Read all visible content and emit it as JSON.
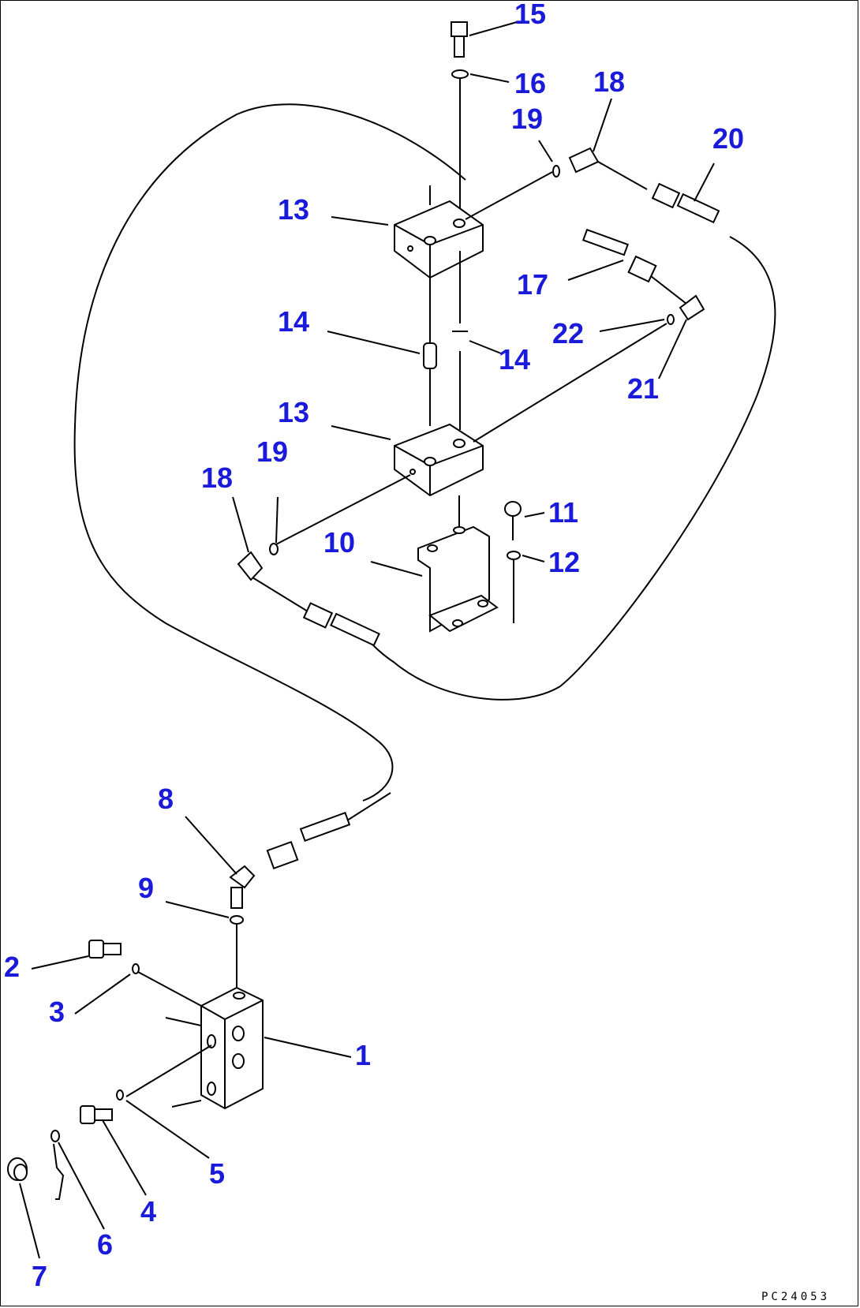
{
  "drawing_code": "PC24053",
  "callouts": [
    {
      "id": "c15",
      "text": "15"
    },
    {
      "id": "c16",
      "text": "16"
    },
    {
      "id": "c18a",
      "text": "18"
    },
    {
      "id": "c19a",
      "text": "19"
    },
    {
      "id": "c20",
      "text": "20"
    },
    {
      "id": "c13a",
      "text": "13"
    },
    {
      "id": "c17",
      "text": "17"
    },
    {
      "id": "c14a",
      "text": "14"
    },
    {
      "id": "c22",
      "text": "22"
    },
    {
      "id": "c14b",
      "text": "14"
    },
    {
      "id": "c21",
      "text": "21"
    },
    {
      "id": "c13b",
      "text": "13"
    },
    {
      "id": "c19b",
      "text": "19"
    },
    {
      "id": "c18b",
      "text": "18"
    },
    {
      "id": "c11",
      "text": "11"
    },
    {
      "id": "c10",
      "text": "10"
    },
    {
      "id": "c12",
      "text": "12"
    },
    {
      "id": "c8",
      "text": "8"
    },
    {
      "id": "c9",
      "text": "9"
    },
    {
      "id": "c2",
      "text": "2"
    },
    {
      "id": "c3",
      "text": "3"
    },
    {
      "id": "c1",
      "text": "1"
    },
    {
      "id": "c5",
      "text": "5"
    },
    {
      "id": "c4",
      "text": "4"
    },
    {
      "id": "c6",
      "text": "6"
    },
    {
      "id": "c7",
      "text": "7"
    }
  ]
}
